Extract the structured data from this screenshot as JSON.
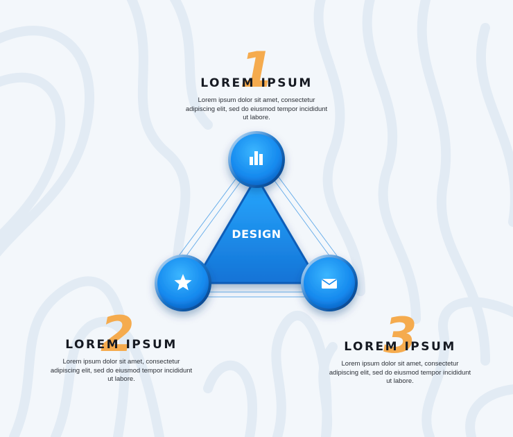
{
  "center": {
    "label": "DESIGN"
  },
  "steps": [
    {
      "number": "1",
      "title": "LOREM IPSUM",
      "text": "Lorem ipsum dolor sit amet, consectetur adipiscing elit, sed do eiusmod tempor incididunt ut labore.",
      "icon": "bar-chart-icon"
    },
    {
      "number": "2",
      "title": "LOREM IPSUM",
      "text": "Lorem ipsum dolor sit amet, consectetur adipiscing elit, sed do eiusmod tempor incididunt ut labore.",
      "icon": "star-icon"
    },
    {
      "number": "3",
      "title": "LOREM IPSUM",
      "text": "Lorem ipsum dolor sit amet, consectetur adipiscing elit, sed do eiusmod tempor incididunt ut labore.",
      "icon": "envelope-icon"
    }
  ],
  "colors": {
    "accent": "#f5ab4e",
    "primary": "#1a8ef0",
    "dark": "#161a22",
    "background": "#f3f7fb"
  }
}
